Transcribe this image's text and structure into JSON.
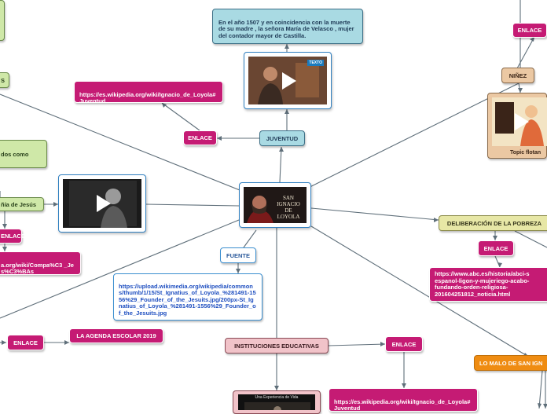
{
  "nodes": {
    "center_title": "SAN IGNACIO DE LOYOLA",
    "juventud": "JUVENTUD",
    "juventud_text": "En el año 1507 y en coincidencia con la muerte de su madre , la señora María de Velasco , mujer del contador mayor de Castilla.",
    "juventud_enlace": "ENLACE",
    "juventud_link": "https://es.wikipedia.org/wiki/Ignacio_de_Loyola#Juventud",
    "video_badge": "TEXTO",
    "ninez": "NIÑEZ",
    "ninez_enlace": "ENLACE",
    "topic_caption": "Topic flotan",
    "deliberacion": "DELIBERACIÓN DE LA POBREZA",
    "deliberacion_enlace": "ENLACE",
    "deliberacion_link": "https://www.abc.es/historia/abci-s espanol-ligon-y-mujeriego-acabo- fundando-orden-religiosa- 201604251812_noticia.html",
    "lo_malo": "LO MALO DE SAN IGN",
    "fuente": "FUENTE",
    "fuente_link": "https://upload.wikimedia.org/wikipedia/commons/thumb/1/15/St_Ignatius_of_Loyola_%281491-1556%29_Founder_of_the_Jesuits.jpg/200px-St_Ignatius_of_Loyola_%281491-1556%29_Founder_of_the_Jesuits.jpg",
    "instituciones": "INSTITUCIONES EDUCATIVAS",
    "instituciones_enlace": "ENLACE",
    "instituciones_link": "https://es.wikipedia.org/wiki/Ignacio_de_Loyola#Juventud",
    "video_caption": "Una Experiencia de Vida",
    "agenda": "LA AGENDA ESCOLAR 2019",
    "agenda_enlace": "ENLACE",
    "compania": "ñía de Jesús",
    "compania_enlace": "ENLACE",
    "compania_link": "a.org/wiki/Compa%C3 _Jes%C3%BAs",
    "left_dos_como": "dos como",
    "left_s": "S"
  },
  "colors": {
    "pink": "#c51b74",
    "blue": "#a9dae3",
    "tan": "#ebc8a3",
    "yellow": "#e7e7a6",
    "orange": "#ef8c12",
    "link_text": "#1f4fc0",
    "connector": "#5f6f7a"
  }
}
